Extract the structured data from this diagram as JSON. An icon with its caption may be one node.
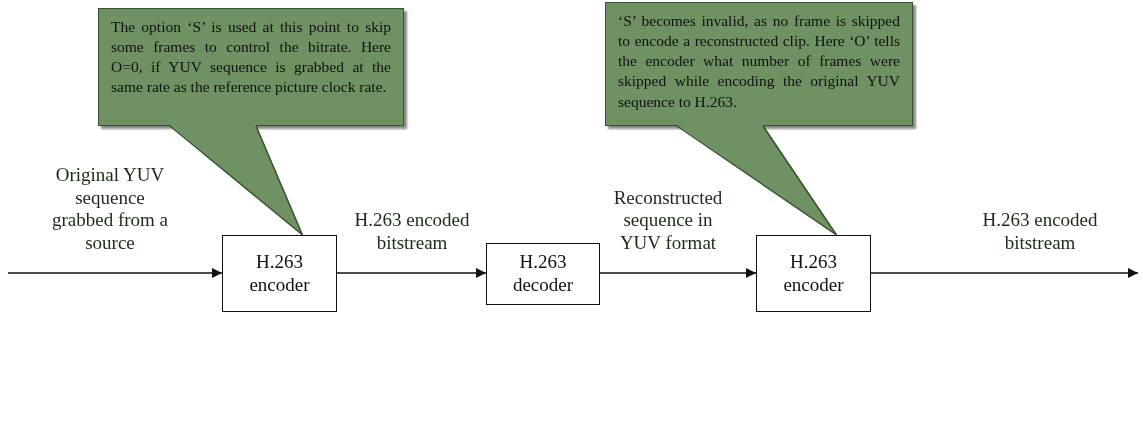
{
  "diagram": {
    "nodes": [
      {
        "text": [
          "The option ‘S’ is used at this point to skip some frames to control the bitrate. Here O=0, if YUV sequence is grabbed at the same rate as the reference picture clock rate."
        ]
      },
      {
        "text": [
          "‘S’ becomes invalid, as no frame is skipped to encode a reconstructed clip. Here ‘O’ tells the encoder what number of frames were skipped while encoding the original YUV sequence to H.263."
        ]
      },
      {
        "text": [
          "H.263 encoder"
        ]
      },
      {
        "text": [
          "H.263 decoder"
        ]
      },
      {
        "text": [
          "H.263 encoder"
        ]
      }
    ],
    "edges": [
      {
        "from": null,
        "to": 2,
        "arrow": "to",
        "label": "Original YUV sequence grabbed from a source"
      },
      {
        "from": 2,
        "to": 3,
        "arrow": "to",
        "label": "H.263 encoded bitstream"
      },
      {
        "from": 3,
        "to": 4,
        "arrow": "to",
        "label": "Reconstructed sequence in YUV format"
      },
      {
        "from": 4,
        "to": null,
        "arrow": "to",
        "label": "H.263 encoded bitstream"
      },
      {
        "from": 0,
        "to": 2,
        "arrow": "none"
      },
      {
        "from": 1,
        "to": 4,
        "arrow": "none"
      }
    ]
  }
}
